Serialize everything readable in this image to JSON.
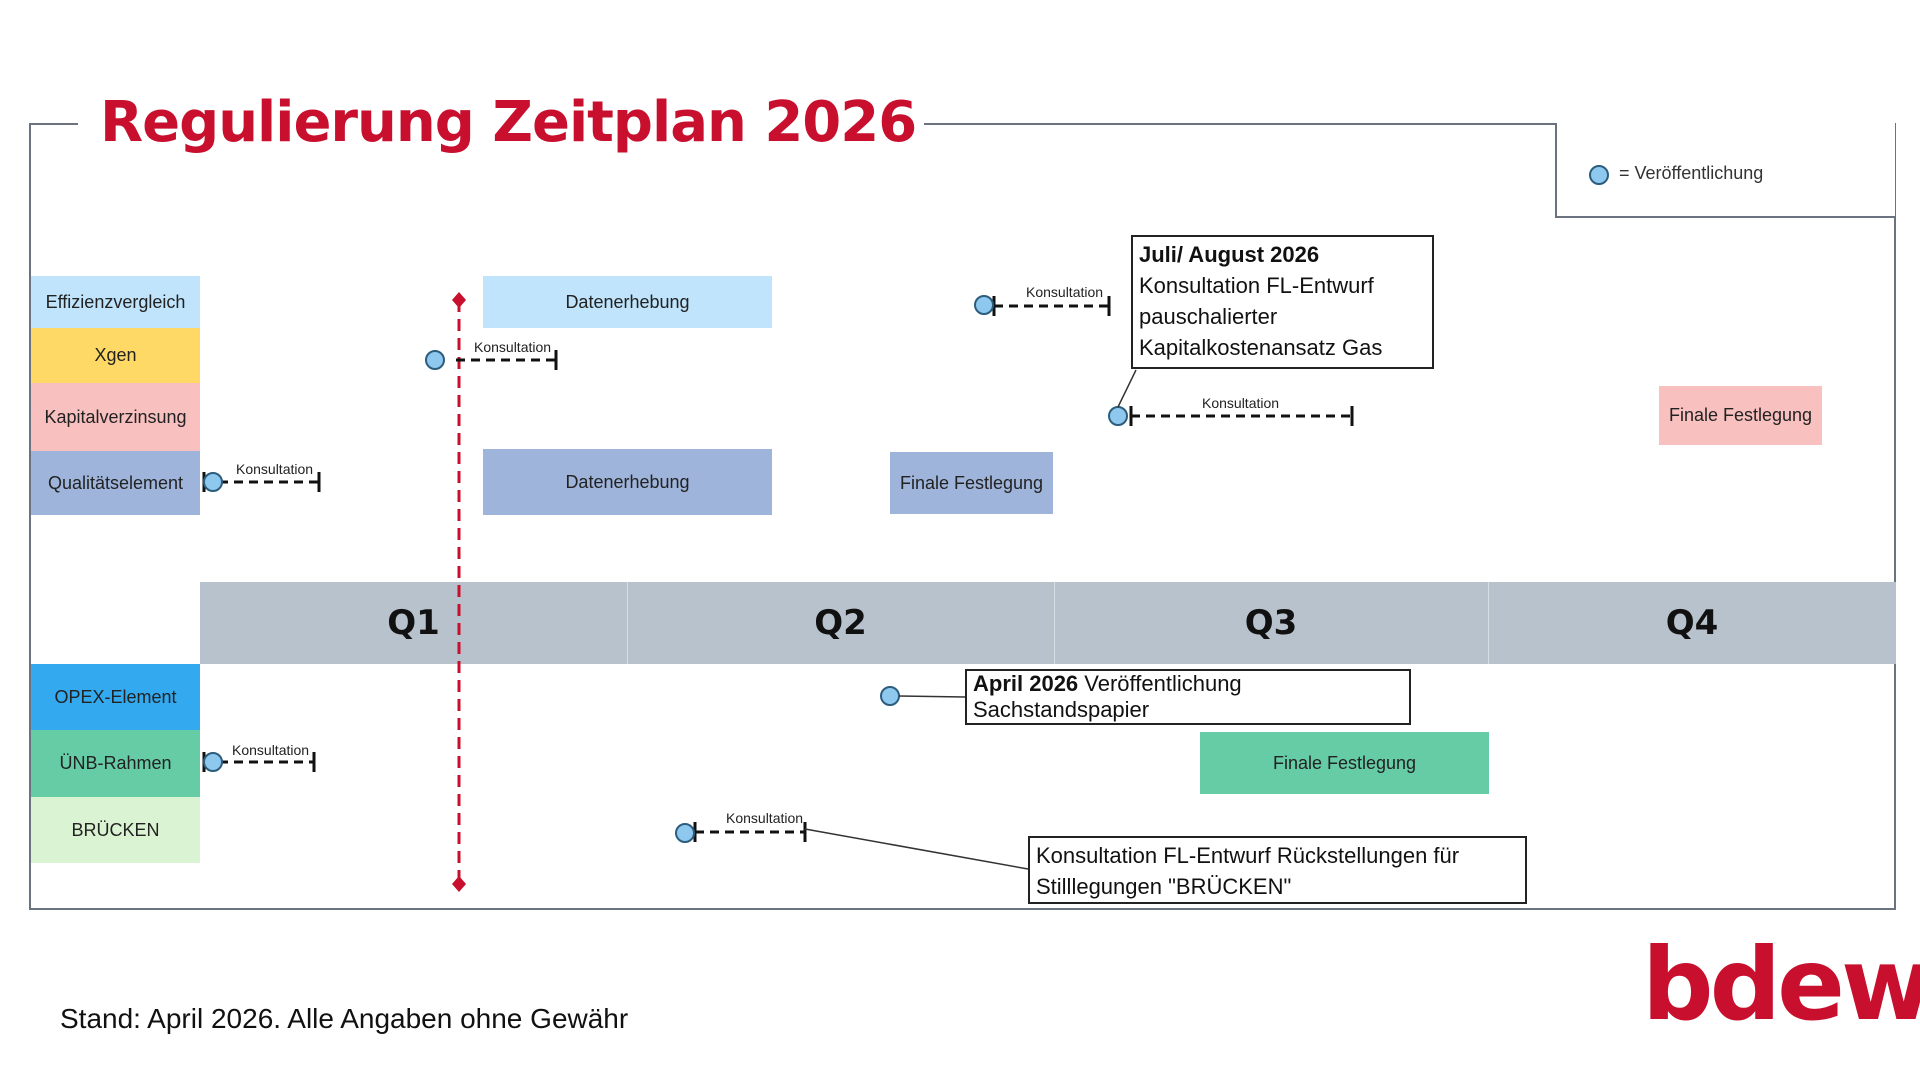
{
  "title": "Regulierung Zeitplan 2026",
  "legend": {
    "marker_icon": "circle-marker-icon",
    "text": "= Veröffentlichung"
  },
  "colors": {
    "title_red": "#c8102e",
    "marker_fill": "#8ec8ef",
    "deadline_red": "#c8102e"
  },
  "rows_top": [
    {
      "label": "Effizienzvergleich",
      "color": "#bfe4fb"
    },
    {
      "label": "Xgen",
      "color": "#ffd966"
    },
    {
      "label": "Kapitalverzinsung",
      "color": "#f9c0c0"
    },
    {
      "label": "Qualitätselement",
      "color": "#9fb4da"
    }
  ],
  "rows_bottom": [
    {
      "label": "OPEX-Element",
      "color": "#33aaf0"
    },
    {
      "label": "ÜNB-Rahmen",
      "color": "#66cca5"
    },
    {
      "label": "BRÜCKEN",
      "color": "#daf3d2"
    }
  ],
  "quarters": [
    "Q1",
    "Q2",
    "Q3",
    "Q4"
  ],
  "bars": [
    {
      "row": "Effizienzvergleich",
      "label": "Datenerhebung",
      "color": "#bfe4fb"
    },
    {
      "row": "Qualitätselement",
      "label": "Datenerhebung",
      "color": "#9fb4da"
    },
    {
      "row": "Qualitätselement",
      "label": "Finale Festlegung",
      "color": "#9fb4da"
    },
    {
      "row": "Kapitalverzinsung",
      "label": "Finale Festlegung",
      "color": "#f9c0c0"
    },
    {
      "row": "ÜNB-Rahmen",
      "label": "Finale Festlegung",
      "color": "#66cca5"
    }
  ],
  "konsultation_label": "Konsultation",
  "callouts": {
    "juli": {
      "heading": "Juli/ August 2026",
      "line1": "Konsultation FL-Entwurf",
      "line2": "pauschalierter",
      "line3": "Kapitalkostenansatz Gas"
    },
    "april": {
      "heading": "April 2026",
      "rest": " Veröffentlichung",
      "line2": "Sachstandspapier"
    },
    "bruecken": {
      "line1": "Konsultation FL-Entwurf Rückstellungen für",
      "line2": "Stilllegungen \"BRÜCKEN\""
    }
  },
  "footer": "Stand: April 2026. Alle Angaben ohne Gewähr",
  "logo": "bdew"
}
